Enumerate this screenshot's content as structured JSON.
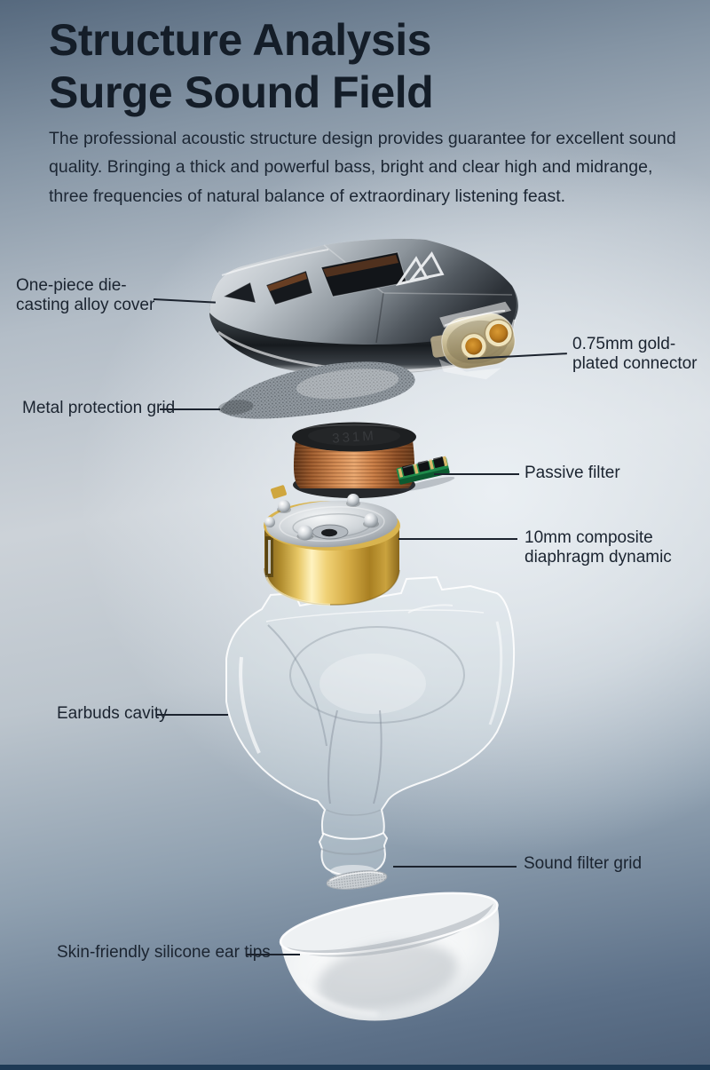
{
  "header": {
    "title_line1": "Structure Analysis",
    "title_line2": "Surge Sound Field",
    "description": "The professional acoustic structure design provides guarantee for excellent sound quality. Bringing a thick and powerful bass, bright and clear high and midrange, three frequencies of natural balance of extraordinary listening feast."
  },
  "callouts": {
    "alloy_cover": "One-piece die-casting alloy cover",
    "connector": "0.75mm gold-plated connector",
    "metal_grid": "Metal protection grid",
    "passive_filter": "Passive filter",
    "driver": "10mm composite diaphragm dynamic",
    "cavity": "Earbuds cavity",
    "sound_filter": "Sound filter grid",
    "ear_tips": "Skin-friendly silicone ear tips"
  },
  "components": {
    "coil_marking": "331M"
  },
  "colors": {
    "background_top": "#56697e",
    "background_light": "#d7dce1",
    "background_bottom": "#4e6179",
    "bottom_bar": "#1e3a55",
    "text": "#1b2430",
    "gold": "#d9b44f",
    "copper": "#c27a43",
    "pcb_green": "#1e8a4a"
  }
}
